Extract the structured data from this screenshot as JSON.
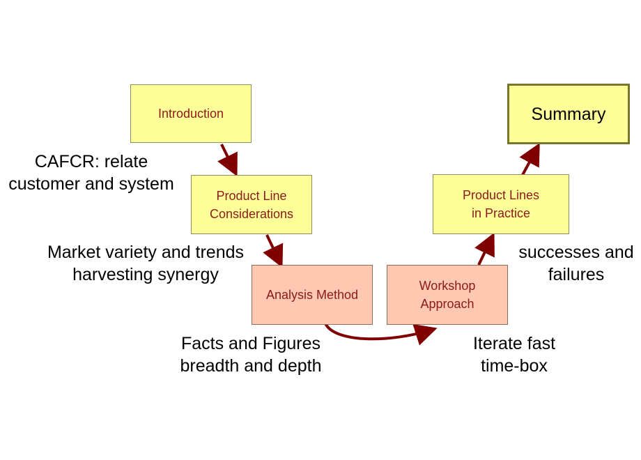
{
  "colors": {
    "arrow": "#800000",
    "box_text": "#8b1a1a",
    "yellow_fill": "#ffff99",
    "salmon_fill": "#ffc8b0"
  },
  "boxes": {
    "introduction": "Introduction",
    "product_line_considerations": "Product Line\nConsiderations",
    "analysis_method": "Analysis Method",
    "workshop_approach": "Workshop\nApproach",
    "product_lines_in_practice": "Product Lines\nin Practice",
    "summary": "Summary"
  },
  "notes": {
    "cafcr": "CAFCR: relate\ncustomer and system",
    "market": "Market variety and trends\nharvesting synergy",
    "facts": "Facts and Figures\nbreadth and depth",
    "iterate": "Iterate fast\ntime-box",
    "successes": "successes and\nfailures"
  }
}
